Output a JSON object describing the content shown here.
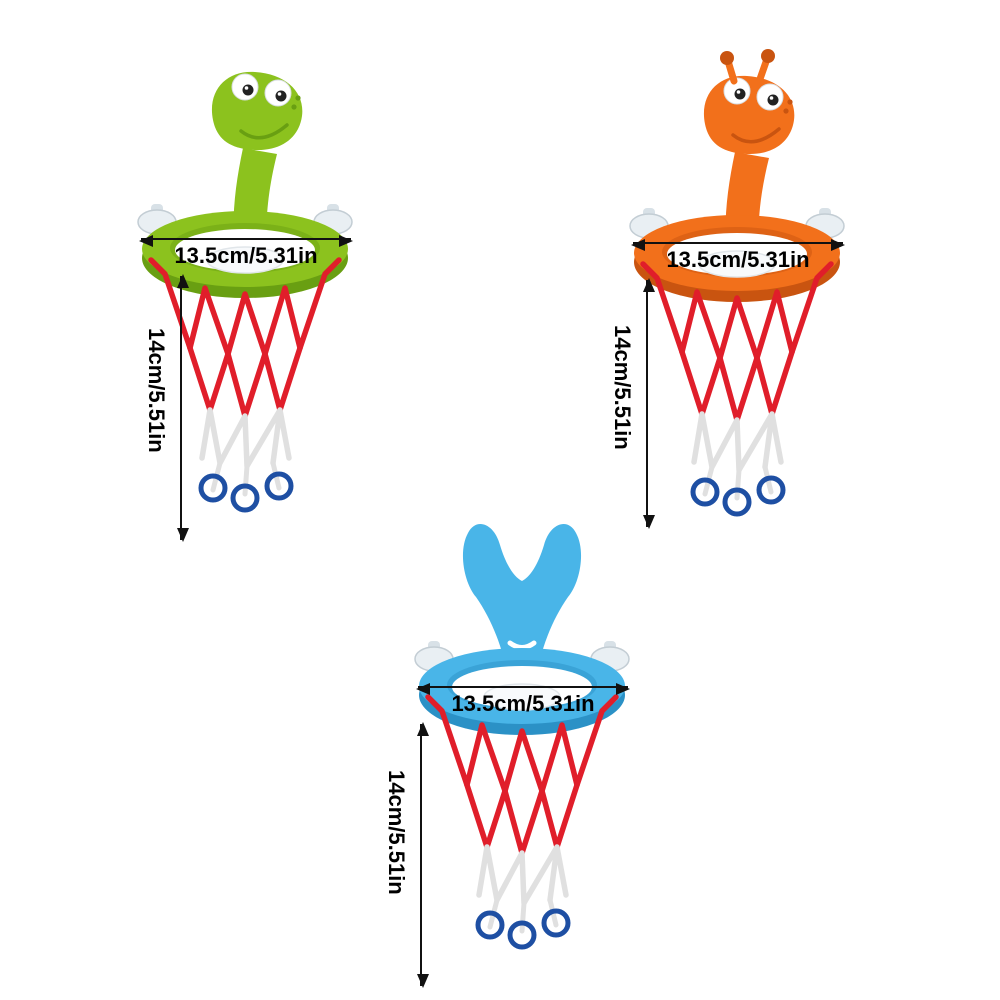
{
  "page": {
    "background": "#ffffff"
  },
  "products": [
    {
      "name": "green-dinosaur-bath-basketball-hoop",
      "body_color": "#8CC21E",
      "width_label": "13.5cm/5.31in",
      "height_label": "14cm/5.51in"
    },
    {
      "name": "orange-giraffe-bath-basketball-hoop",
      "body_color": "#F2701B",
      "width_label": "13.5cm/5.31in",
      "height_label": "14cm/5.51in"
    },
    {
      "name": "blue-whale-tail-bath-basketball-hoop",
      "body_color": "#49B5E8",
      "width_label": "13.5cm/5.31in",
      "height_label": "14cm/5.51in"
    }
  ],
  "net_colors": {
    "red": "#E01E2A",
    "white": "#E0E0E0",
    "blue": "#1E4FA3"
  },
  "dimension_color": "#111111"
}
